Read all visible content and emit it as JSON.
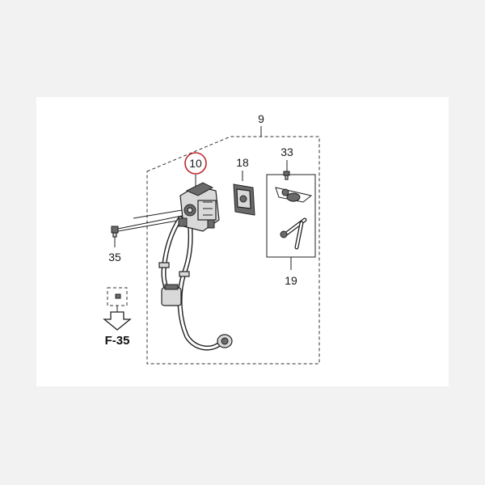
{
  "diagram": {
    "callouts": {
      "assembly": "9",
      "carburetor": "10",
      "insulator": "18",
      "screw": "33",
      "link_set": "19",
      "bolt": "35"
    },
    "reference": "F-35",
    "highlight_color": "#c0282b"
  }
}
